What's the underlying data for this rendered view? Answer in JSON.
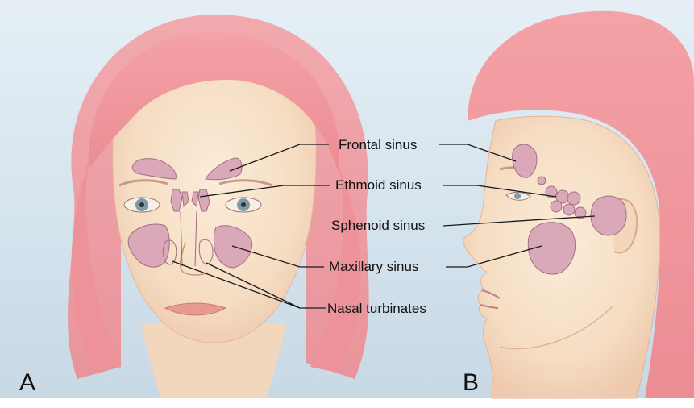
{
  "panels": [
    {
      "letter": "A",
      "view": "frontal"
    },
    {
      "letter": "B",
      "view": "lateral"
    }
  ],
  "labels": {
    "frontal_sinus": "Frontal sinus",
    "ethmoid_sinus": "Ethmoid sinus",
    "sphenoid_sinus": "Sphenoid sinus",
    "maxillary_sinus": "Maxillary sinus",
    "nasal_turbinates": "Nasal turbinates"
  },
  "colors": {
    "sinus_fill": "#d9a6b8",
    "sinus_stroke": "#9c6a80",
    "hair": "#f0959b",
    "skin": "#f8e4cc",
    "sky": "#cfe0ec",
    "leader_line": "#1a1a1a"
  }
}
